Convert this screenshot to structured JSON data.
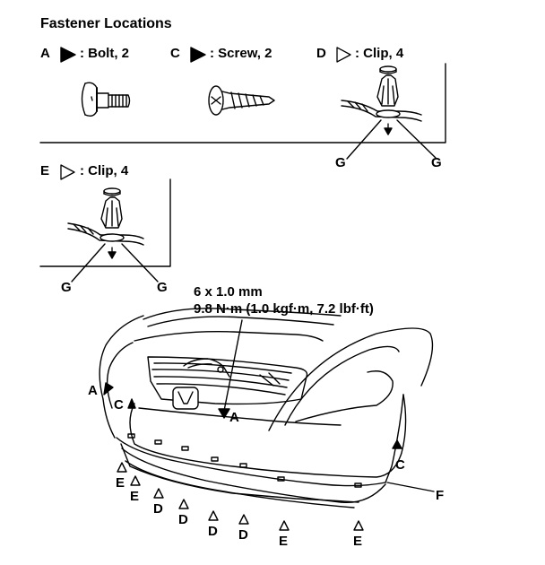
{
  "title": "Fastener Locations",
  "fasteners": [
    {
      "letter": "A",
      "marker": "filled",
      "label": ": Bolt, 2"
    },
    {
      "letter": "C",
      "marker": "filled",
      "label": ": Screw, 2"
    },
    {
      "letter": "D",
      "marker": "hollow",
      "label": ": Clip, 4"
    },
    {
      "letter": "E",
      "marker": "hollow",
      "label": ": Clip, 4"
    }
  ],
  "clip_detail_label": "G",
  "torque_spec": {
    "size": "6 x 1.0 mm",
    "torque": "9.8 N·m (1.0 kgf·m, 7.2 lbf·ft)"
  },
  "part_label": "F",
  "callouts": [
    "A",
    "C",
    "A",
    "C",
    "E",
    "E",
    "D",
    "D",
    "D",
    "D",
    "E",
    "E"
  ]
}
